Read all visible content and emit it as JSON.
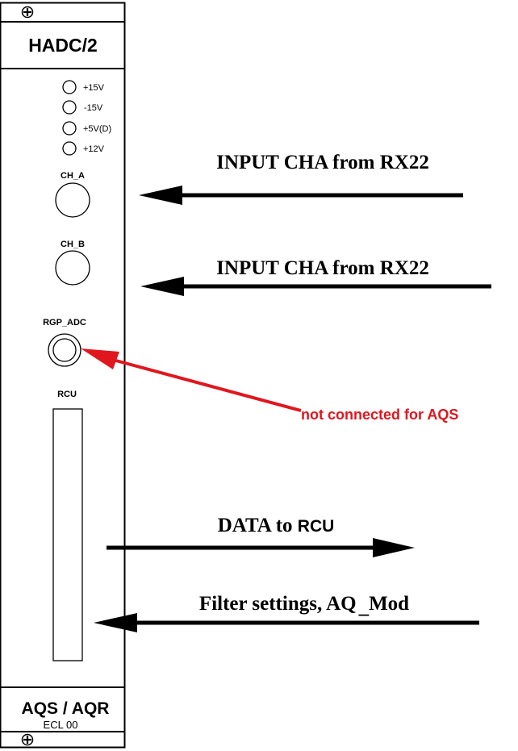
{
  "module": {
    "title": "HADC/2",
    "bottom_title": "AQS / AQR",
    "bottom_subtitle": "ECL 00"
  },
  "leds": [
    {
      "label": "+15V"
    },
    {
      "label": "-15V"
    },
    {
      "label": "+5V(D)"
    },
    {
      "label": "+12V"
    }
  ],
  "connectors": {
    "ch_a": "CH_A",
    "ch_b": "CH_B",
    "rgp_adc": "RGP_ADC",
    "rcu": "RCU"
  },
  "annotations": {
    "input_a": "INPUT CHA from RX22",
    "input_b": "INPUT CHA from RX22",
    "not_connected": "not connected for AQS",
    "data_prefix": "DATA to ",
    "data_suffix": "RCU",
    "filter_main": "Filter settings, AQ",
    "filter_sep": "_",
    "filter_end": "Mod"
  },
  "colors": {
    "line": "#000000",
    "note": "#e0161f"
  }
}
